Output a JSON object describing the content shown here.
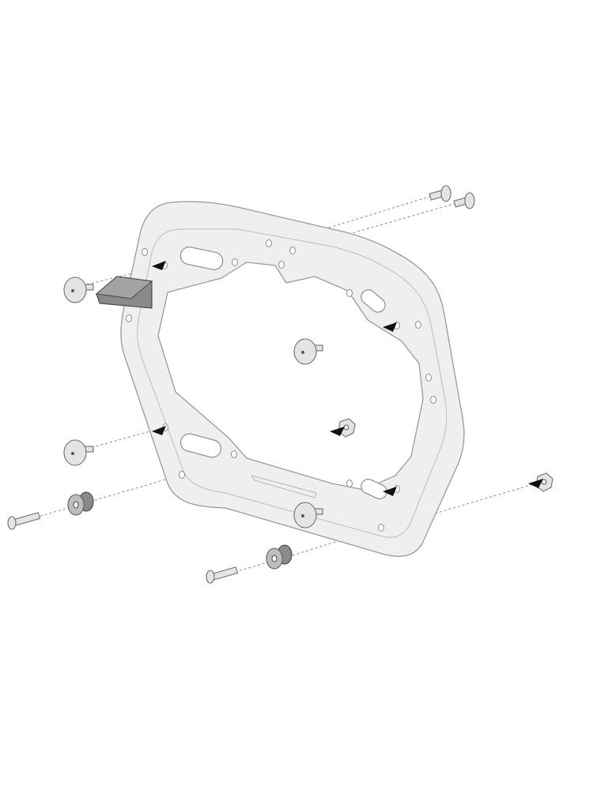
{
  "diagram": {
    "frame": "side-carrier-frame",
    "parts": [
      "knob",
      "wedge",
      "bolt",
      "knob-with-arrow",
      "nut",
      "spacer",
      "cap"
    ]
  },
  "colors": {
    "frame_fill": "#efefef",
    "outline": "#9a9a9a",
    "part_light": "#e4e4e4",
    "part_dark": "#8a8a8a",
    "arrow": "#111111"
  }
}
